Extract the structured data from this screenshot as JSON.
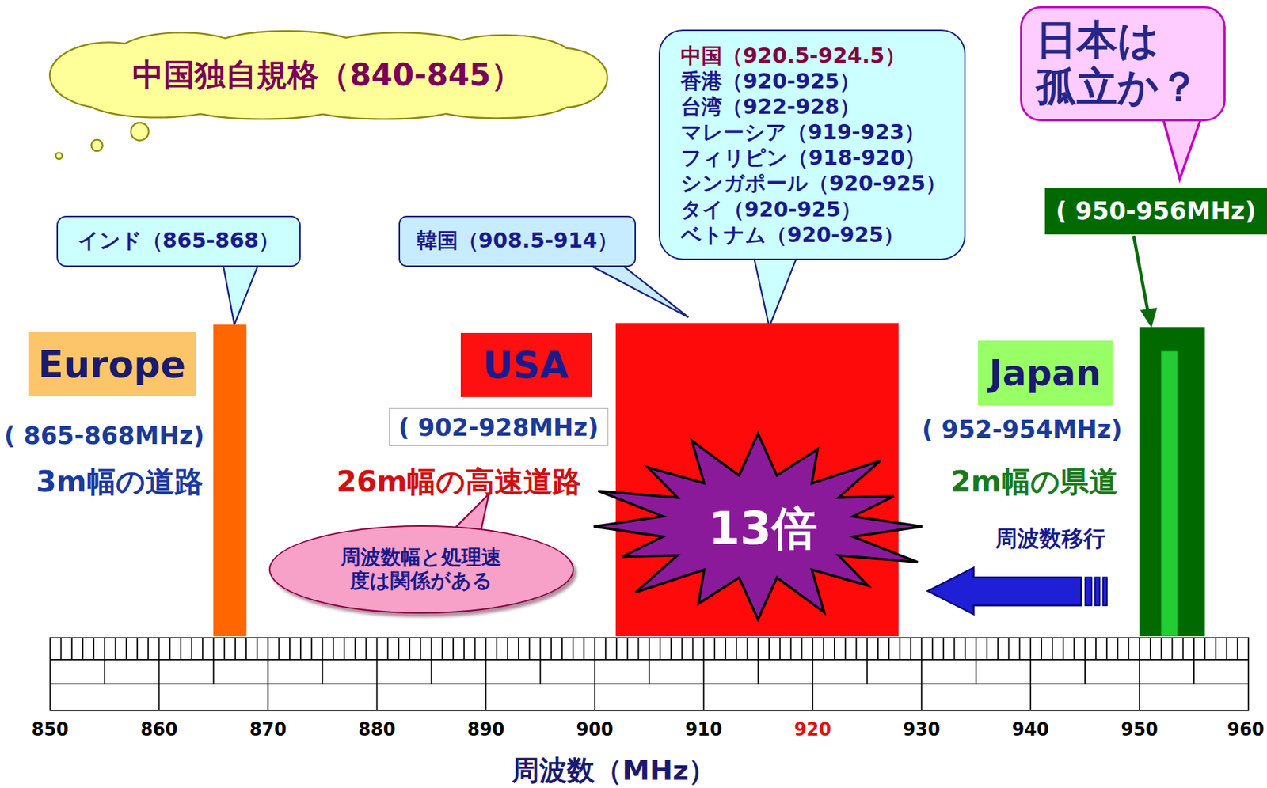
{
  "diagram": {
    "nodes": [
      {
        "text": [
          "中国独自規格（840-845）"
        ]
      },
      {
        "text": [
          "日本は 孤立か？"
        ]
      },
      {
        "text": [
          "中国（920.5-924.5）",
          "香港（920-925）",
          "台湾（922-928）",
          "マレーシア（919-923）",
          "フィリピン（918-920）",
          "シンガポール（920-925）",
          "タイ（920-925）",
          "ベトナム（920-925）"
        ]
      },
      {
        "text": [
          "インド（865-868）"
        ]
      },
      {
        "text": [
          "韓国（908.5-914）"
        ]
      },
      {
        "text": [
          "( 950-956MHz)"
        ]
      },
      {
        "text": [
          "Europe"
        ]
      },
      {
        "text": [
          "USA"
        ]
      },
      {
        "text": [
          "Japan"
        ]
      },
      {
        "text": [
          "( 902-928MHz)"
        ]
      },
      {
        "text": [
          "13倍"
        ]
      },
      {
        "text": [
          "周波数幅と処理速度は関係がある"
        ]
      }
    ],
    "labels": [
      "( 865-868MHz)",
      "3m幅の道路",
      "26m幅の高速道路",
      "( 952-954MHz)",
      "2m幅の県道",
      "周波数移行",
      "850",
      "860",
      "870",
      "880",
      "890",
      "900",
      "910",
      "920",
      "930",
      "940",
      "950",
      "960",
      "周波数（MHz）"
    ]
  }
}
